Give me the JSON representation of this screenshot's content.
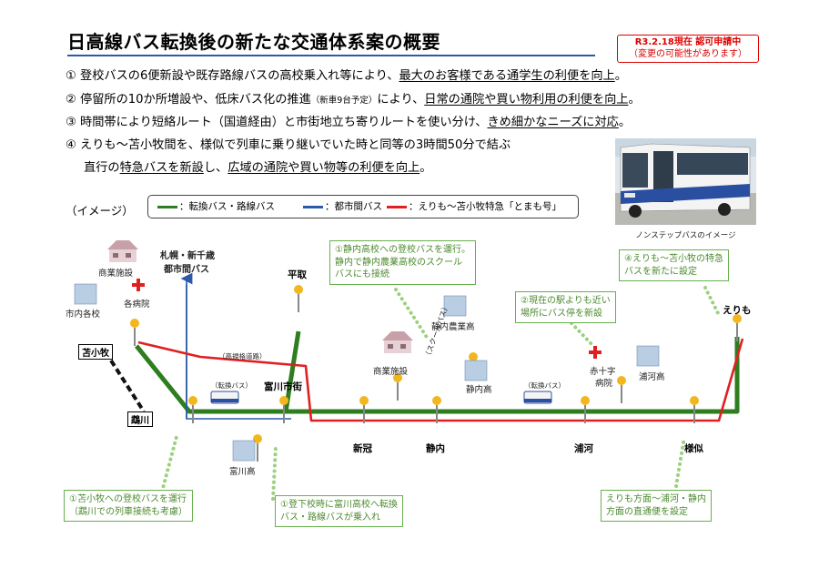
{
  "header": {
    "title": "日高線バス転換後の新たな交通体系案の概要",
    "status_line1": "R3.2.18現在 認可申請中",
    "status_line2": "（変更の可能性があります）"
  },
  "points": {
    "p1": {
      "a": "① 登校バスの6便新設や既存路線バスの高校乗入れ等により、",
      "b": "最大のお客様である通学生の利便を向上",
      "c": "。"
    },
    "p2": {
      "a": "② 停留所の10か所増設や、低床バス化の推進",
      "sm": "（新車9台予定）",
      "b": "により、",
      "c": "日常の通院や買い物利用の利便を向上",
      "d": "。"
    },
    "p3": {
      "a": "③ 時間帯により短絡ルート（国道経由）と市街地立ち寄りルートを使い分け、",
      "b": "きめ細かなニーズに対応",
      "c": "。"
    },
    "p4": {
      "a": "④ えりも～苫小牧間を、様似で列車に乗り継いでいた時と同等の3時間50分で結ぶ"
    },
    "p5": {
      "a": "直行の",
      "b": "特急バスを新設",
      "c": "し、",
      "d": "広域の通院や買い物等の利便を向上",
      "e": "。"
    }
  },
  "photo_caption": "ノンステップバスのイメージ",
  "image_label": "（イメージ）",
  "legend": {
    "green": {
      "label": "：転換バス・路線バス",
      "color": "#2e7d1f"
    },
    "blue": {
      "label": "：都市間バス",
      "color": "#2a5aa8"
    },
    "red": {
      "label": "：えりも～苫小牧特急「とまも号」",
      "color": "#e02020"
    }
  },
  "callouts": {
    "c1": {
      "l1": "①静内高校への登校バスを運行。",
      "l2": "静内で静内農業高校のスクール",
      "l3": "バスにも接続"
    },
    "c2": {
      "l1": "②現在の駅よりも近い",
      "l2": "場所にバス停を新設"
    },
    "c3": {
      "l1": "④えりも～苫小牧の特急",
      "l2": "バスを新たに設定"
    },
    "c4": {
      "l1": "①苫小牧への登校バスを運行",
      "l2": "（鵡川での列車接続も考慮）"
    },
    "c5": {
      "l1": "①登下校時に富川高校へ転換",
      "l2": "バス・路線バスが乗入れ"
    },
    "c6": {
      "l1": "えりも方面～浦河・静内",
      "l2": "方面の直通便を設定"
    }
  },
  "map_labels": {
    "commercial1": "商業施設",
    "schools": "市内各校",
    "hospitals": "各病院",
    "sapporo1": "札幌・新千歳",
    "sapporo2": "都市間バス",
    "expressway": "（高規格道路）",
    "bus_tag1": "（転換バス）",
    "bus_tag2": "（転換バス）",
    "tomikawa_hs": "富川高",
    "commercial2": "商業施設",
    "school_bus": "（スクールバス）",
    "shizunai_agri": "静内農業高",
    "shizunai_hs": "静内高",
    "red_cross1": "赤十字",
    "red_cross2": "病院",
    "urakawa_hs": "浦河高"
  },
  "stations": {
    "tomakomai": "苫小牧",
    "mukawa": "鵡川",
    "tomikawa": "富川市街",
    "hiratori": "平取",
    "niikappu": "新冠",
    "shizunai": "静内",
    "urakawa": "浦河",
    "samani": "様似",
    "erimo": "えりも"
  }
}
